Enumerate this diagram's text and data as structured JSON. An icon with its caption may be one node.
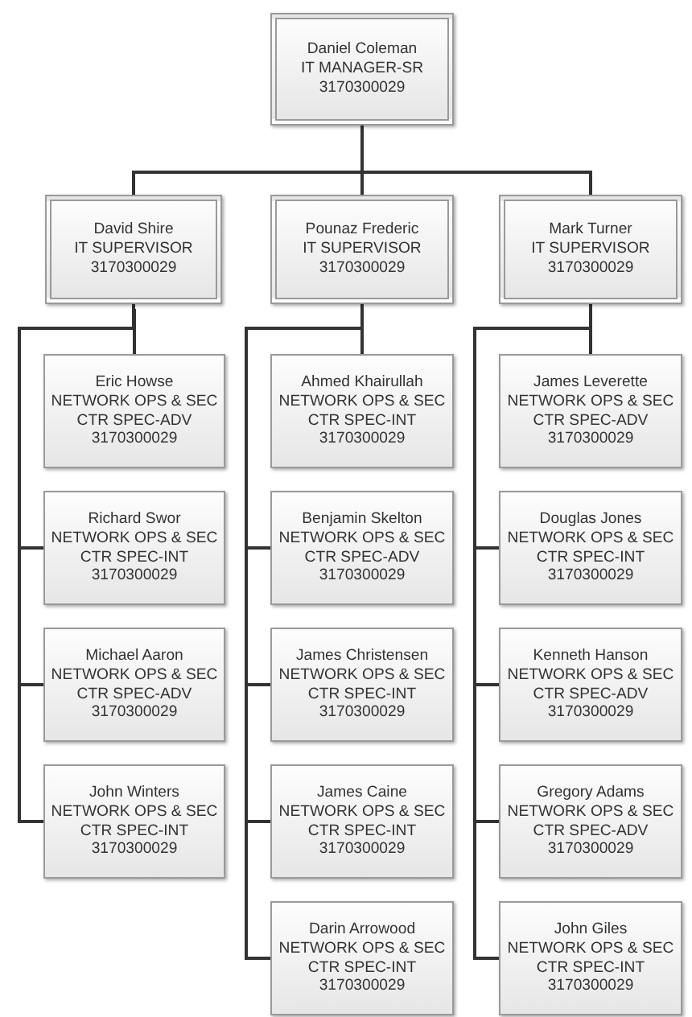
{
  "diagram": {
    "nodes": [
      {
        "text": [
          "Daniel Coleman",
          "IT MANAGER-SR",
          "3170300029"
        ]
      },
      {
        "text": [
          "David Shire",
          "IT SUPERVISOR",
          "3170300029"
        ]
      },
      {
        "text": [
          "Pounaz Frederic",
          "IT SUPERVISOR",
          "3170300029"
        ]
      },
      {
        "text": [
          "Mark Turner",
          "IT SUPERVISOR",
          "3170300029"
        ]
      },
      {
        "text": [
          "Eric Howse",
          "NETWORK OPS & SEC CTR SPEC-ADV",
          "3170300029"
        ]
      },
      {
        "text": [
          "Richard Swor",
          "NETWORK OPS & SEC CTR SPEC-INT",
          "3170300029"
        ]
      },
      {
        "text": [
          "Michael Aaron",
          "NETWORK OPS & SEC CTR SPEC-ADV",
          "3170300029"
        ]
      },
      {
        "text": [
          "John Winters",
          "NETWORK OPS & SEC CTR SPEC-INT",
          "3170300029"
        ]
      },
      {
        "text": [
          "Ahmed Khairullah",
          "NETWORK OPS & SEC CTR SPEC-INT",
          "3170300029"
        ]
      },
      {
        "text": [
          "Benjamin Skelton",
          "NETWORK OPS & SEC CTR SPEC-ADV",
          "3170300029"
        ]
      },
      {
        "text": [
          "James Christensen",
          "NETWORK OPS & SEC CTR SPEC-INT",
          "3170300029"
        ]
      },
      {
        "text": [
          "James Caine",
          "NETWORK OPS & SEC CTR SPEC-INT",
          "3170300029"
        ]
      },
      {
        "text": [
          "Darin Arrowood",
          "NETWORK OPS & SEC CTR SPEC-INT",
          "3170300029"
        ]
      },
      {
        "text": [
          "James Leverette",
          "NETWORK OPS & SEC CTR SPEC-ADV",
          "3170300029"
        ]
      },
      {
        "text": [
          "Douglas Jones",
          "NETWORK OPS & SEC CTR SPEC-INT",
          "3170300029"
        ]
      },
      {
        "text": [
          "Kenneth Hanson",
          "NETWORK OPS & SEC CTR SPEC-ADV",
          "3170300029"
        ]
      },
      {
        "text": [
          "Gregory Adams",
          "NETWORK OPS & SEC CTR SPEC-ADV",
          "3170300029"
        ]
      },
      {
        "text": [
          "John Giles",
          "NETWORK OPS & SEC CTR SPEC-INT",
          "3170300029"
        ]
      }
    ],
    "edges": [
      {
        "from": 0,
        "to": 1,
        "arrow": "none"
      },
      {
        "from": 0,
        "to": 2,
        "arrow": "none"
      },
      {
        "from": 0,
        "to": 3,
        "arrow": "none"
      },
      {
        "from": 1,
        "to": 4,
        "arrow": "none"
      },
      {
        "from": 1,
        "to": 5,
        "arrow": "none"
      },
      {
        "from": 1,
        "to": 6,
        "arrow": "none"
      },
      {
        "from": 1,
        "to": 7,
        "arrow": "none"
      },
      {
        "from": 2,
        "to": 8,
        "arrow": "none"
      },
      {
        "from": 2,
        "to": 9,
        "arrow": "none"
      },
      {
        "from": 2,
        "to": 10,
        "arrow": "none"
      },
      {
        "from": 2,
        "to": 11,
        "arrow": "none"
      },
      {
        "from": 2,
        "to": 12,
        "arrow": "none"
      },
      {
        "from": 3,
        "to": 13,
        "arrow": "none"
      },
      {
        "from": 3,
        "to": 14,
        "arrow": "none"
      },
      {
        "from": 3,
        "to": 15,
        "arrow": "none"
      },
      {
        "from": 3,
        "to": 16,
        "arrow": "none"
      },
      {
        "from": 3,
        "to": 17,
        "arrow": "none"
      }
    ]
  }
}
